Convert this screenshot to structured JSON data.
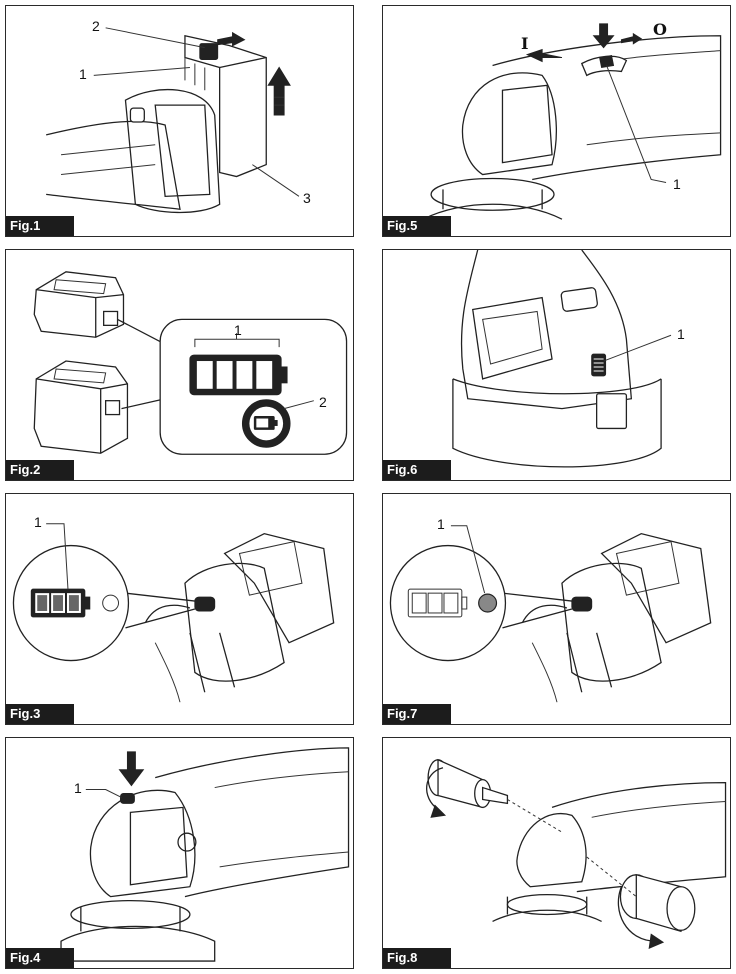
{
  "figures": [
    {
      "id": "fig1",
      "label": "Fig.1",
      "callouts": [
        "1",
        "2",
        "3"
      ]
    },
    {
      "id": "fig2",
      "label": "Fig.2",
      "callouts": [
        "1",
        "2"
      ]
    },
    {
      "id": "fig3",
      "label": "Fig.3",
      "callouts": [
        "1"
      ]
    },
    {
      "id": "fig4",
      "label": "Fig.4",
      "callouts": [
        "1"
      ]
    },
    {
      "id": "fig5",
      "label": "Fig.5",
      "callouts": [
        "1"
      ],
      "switch_on_symbol": "I",
      "switch_off_symbol": "O"
    },
    {
      "id": "fig6",
      "label": "Fig.6",
      "callouts": [
        "1"
      ]
    },
    {
      "id": "fig7",
      "label": "Fig.7",
      "callouts": [
        "1"
      ]
    },
    {
      "id": "fig8",
      "label": "Fig.8",
      "callouts": []
    }
  ],
  "colors": {
    "frame": "#2a2a2a",
    "label_bg": "#1c1c1c",
    "label_text": "#ffffff",
    "line_art": "#222222"
  }
}
